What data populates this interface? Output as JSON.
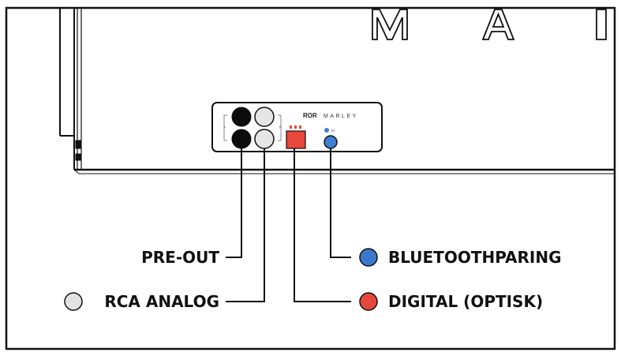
{
  "device": {
    "brand_logo": "ROR",
    "brand_name": "MARLEY",
    "top_letters": [
      "M",
      "A"
    ]
  },
  "labels": {
    "pre_out": "PRE-OUT",
    "rca_analog": "RCA ANALOG",
    "bluetooth_pairing": "BLUETOOTHPARING",
    "digital": "DIGITAL (OPTISK)"
  },
  "colors": {
    "outline": "#111111",
    "pre_out_jack": "#0b0b0b",
    "rca_jack": "#e6e6e6",
    "digital_port": "#e8473a",
    "bluetooth_button": "#3f7fcf",
    "legend_blue": "#3b78cc",
    "legend_red": "#e5473b",
    "legend_gray": "#e2e2e2"
  }
}
